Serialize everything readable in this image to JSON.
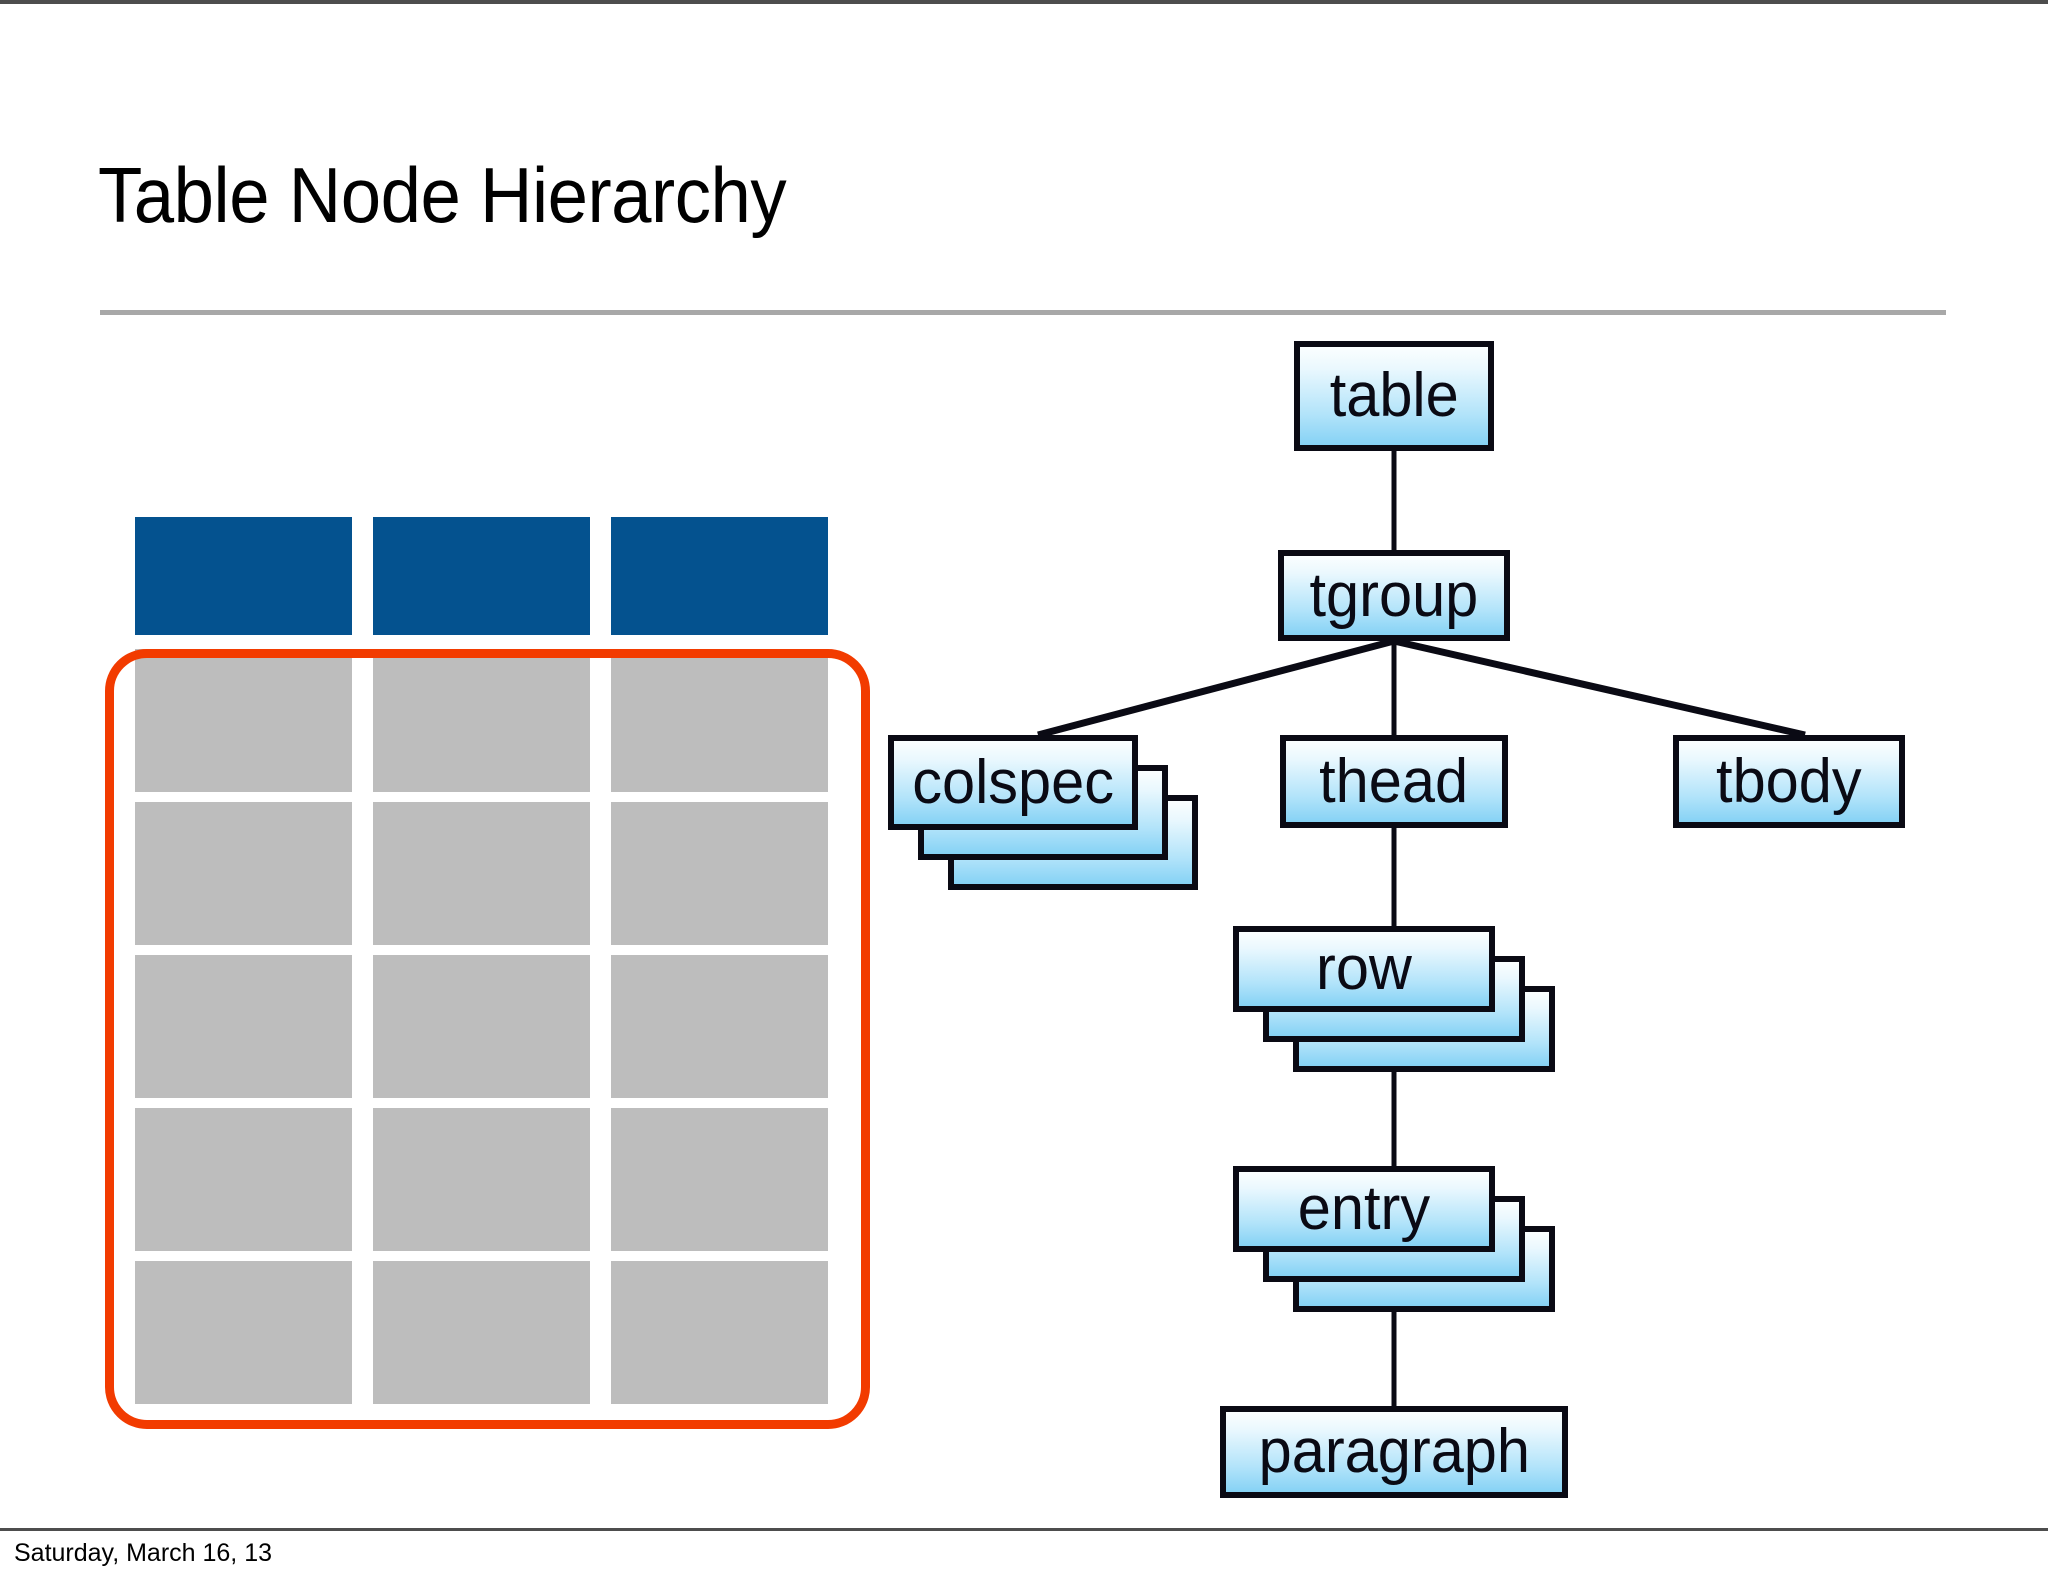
{
  "slide": {
    "title": "Table Node Hierarchy",
    "footer_date": "Saturday, March 16, 13"
  },
  "colors": {
    "table_header_blue": "#04528F",
    "table_body_gray": "#BDBDBD",
    "highlight_red": "#F23B00",
    "node_border": "#0A0A14",
    "node_gradient_top": "#FBFEFF",
    "node_gradient_bottom": "#86D2F5",
    "rule_gray": "#A8A8A8",
    "frame_gray": "#4D4D4D"
  },
  "table_graphic": {
    "columns": 3,
    "header_rows": 1,
    "body_rows": 5,
    "header_cells": [
      "",
      "",
      ""
    ],
    "body_cells": [
      [
        "",
        "",
        ""
      ],
      [
        "",
        "",
        ""
      ],
      [
        "",
        "",
        ""
      ],
      [
        "",
        "",
        ""
      ],
      [
        "",
        "",
        ""
      ]
    ],
    "highlight_target": "table body rows"
  },
  "tree": {
    "nodes": [
      {
        "id": "table",
        "label": "table",
        "stacked": false
      },
      {
        "id": "tgroup",
        "label": "tgroup",
        "stacked": false
      },
      {
        "id": "colspec",
        "label": "colspec",
        "stacked": true
      },
      {
        "id": "thead",
        "label": "thead",
        "stacked": false
      },
      {
        "id": "tbody",
        "label": "tbody",
        "stacked": false
      },
      {
        "id": "row",
        "label": "row",
        "stacked": true
      },
      {
        "id": "entry",
        "label": "entry",
        "stacked": true
      },
      {
        "id": "paragraph",
        "label": "paragraph",
        "stacked": false
      }
    ],
    "edges": [
      {
        "from": "table",
        "to": "tgroup"
      },
      {
        "from": "tgroup",
        "to": "colspec"
      },
      {
        "from": "tgroup",
        "to": "thead"
      },
      {
        "from": "tgroup",
        "to": "tbody"
      },
      {
        "from": "thead",
        "to": "row"
      },
      {
        "from": "row",
        "to": "entry"
      },
      {
        "from": "entry",
        "to": "paragraph"
      }
    ]
  }
}
